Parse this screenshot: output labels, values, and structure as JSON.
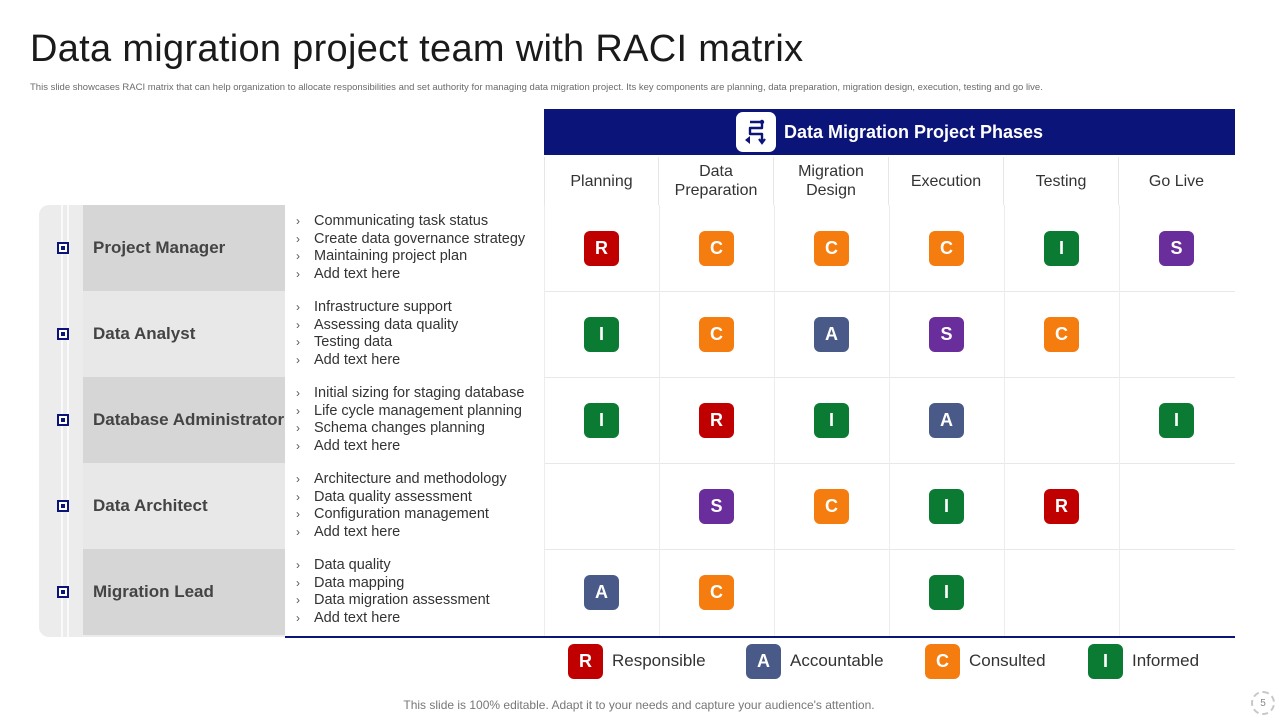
{
  "title": "Data migration project team with RACI matrix",
  "subtitle": "This slide showcases RACI matrix that can help organization to allocate responsibilities and set authority for managing data migration project. Its key components are planning, data preparation, migration design, execution, testing and go live.",
  "phases_header": "Data Migration Project Phases",
  "phases": [
    "Planning",
    "Data Preparation",
    "Migration Design",
    "Execution",
    "Testing",
    "Go Live"
  ],
  "colors": {
    "R": "#c00000",
    "A": "#4a5a88",
    "C": "#f57c0f",
    "S": "#6a2d9c",
    "I": "#0b7a32",
    "banner": "#0b1478"
  },
  "roles": [
    {
      "name": "Project Manager",
      "tasks": [
        "Communicating task status",
        "Create data governance strategy",
        "Maintaining  project plan",
        "Add text here"
      ],
      "cells": [
        "R",
        "C",
        "C",
        "C",
        "I",
        "S"
      ]
    },
    {
      "name": "Data Analyst",
      "tasks": [
        "Infrastructure support",
        "Assessing data quality",
        "Testing data",
        "Add text here"
      ],
      "cells": [
        "I",
        "C",
        "A",
        "S",
        "C",
        ""
      ]
    },
    {
      "name": "Database Administrator",
      "tasks": [
        "Initial sizing for staging database",
        "Life cycle management planning",
        "Schema changes planning",
        "Add text here"
      ],
      "cells": [
        "I",
        "R",
        "I",
        "A",
        "",
        "I"
      ]
    },
    {
      "name": "Data Architect",
      "tasks": [
        "Architecture and methodology",
        "Data quality assessment",
        "Configuration management",
        "Add text here"
      ],
      "cells": [
        "",
        "S",
        "C",
        "I",
        "R",
        ""
      ]
    },
    {
      "name": "Migration Lead",
      "tasks": [
        "Data quality",
        "Data mapping",
        "Data migration assessment",
        "Add text here"
      ],
      "cells": [
        "A",
        "C",
        "",
        "I",
        "",
        ""
      ]
    }
  ],
  "legend": [
    {
      "letter": "R",
      "label": "Responsible"
    },
    {
      "letter": "A",
      "label": "Accountable"
    },
    {
      "letter": "C",
      "label": "Consulted"
    },
    {
      "letter": "I",
      "label": "Informed"
    }
  ],
  "footer_note": "This slide is 100% editable. Adapt it to your needs and capture your audience's attention.",
  "page_number": "5"
}
